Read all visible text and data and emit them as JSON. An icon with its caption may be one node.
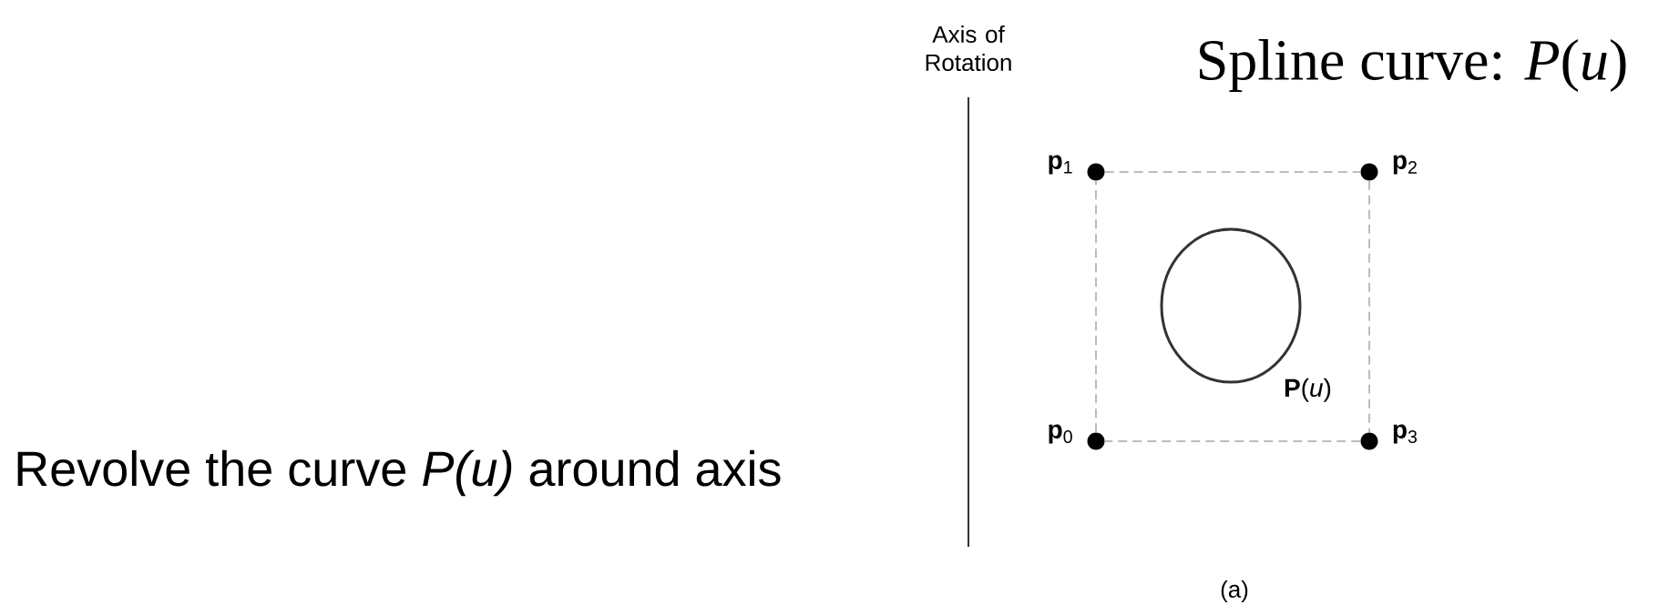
{
  "diagram": {
    "caption": "(a)",
    "nodes": [
      {
        "text": [],
        "shape": "circle",
        "beside": [
          "**p**$_{1}$"
        ]
      },
      {
        "text": [],
        "shape": "circle",
        "beside": [
          "**p**$_{2}$"
        ]
      },
      {
        "text": [],
        "shape": "circle",
        "beside": [
          "**P**(*u*)"
        ]
      },
      {
        "text": [],
        "shape": "circle",
        "beside": [
          "**p**$_{0}$"
        ]
      },
      {
        "text": [],
        "shape": "circle",
        "beside": [
          "**p**$_{3}$"
        ]
      }
    ],
    "edges": [
      {
        "from": 0,
        "to": 1,
        "arrow": "none",
        "style": "dashed"
      },
      {
        "from": 1,
        "to": 4,
        "arrow": "none",
        "style": "dashed"
      },
      {
        "from": 4,
        "to": 3,
        "arrow": "none",
        "style": "dashed"
      },
      {
        "from": 3,
        "to": 0,
        "arrow": "none",
        "style": "dashed"
      }
    ],
    "labels": [
      "Axis of Rotation",
      "Spline curve: *P*(*u*)",
      "Revolve the curve *P(u)* around axis"
    ]
  }
}
